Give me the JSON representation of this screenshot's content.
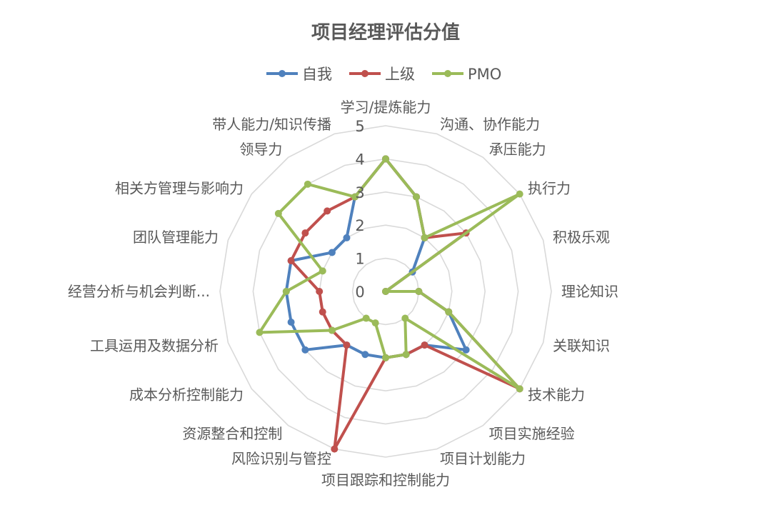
{
  "chart_data": {
    "type": "radar",
    "title": "项目经理评估分值",
    "categories": [
      "学习/提炼能力",
      "沟通、协作能力",
      "承压能力",
      "执行力",
      "积极乐观",
      "理论知识",
      "关联知识",
      "技术能力",
      "项目实施经验",
      "项目计划能力",
      "项目跟踪和控制能力",
      "风险识别与管控",
      "资源整合和控制",
      "成本分析控制能力",
      "工具运用及数据分析",
      "经营分析与机会判断...",
      "团队管理能力",
      "相关方管理与影响力",
      "领导力",
      "带人能力/知识传播"
    ],
    "ticks": [
      "0",
      "1",
      "2",
      "3",
      "4",
      "5"
    ],
    "rlim": [
      0,
      5
    ],
    "legend": {
      "position": "top"
    },
    "series": [
      {
        "name": "自我",
        "color": "#4f81bd",
        "values": [
          4,
          3,
          2,
          1,
          0,
          1,
          2,
          3,
          2,
          2,
          2,
          2,
          2,
          3,
          3,
          3,
          3,
          2,
          2,
          3
        ]
      },
      {
        "name": "上级",
        "color": "#c0504d",
        "values": [
          4,
          3,
          2,
          3,
          0,
          1,
          2,
          5,
          2,
          2,
          2,
          5,
          2,
          2,
          2,
          2,
          3,
          3,
          3,
          3
        ]
      },
      {
        "name": "PMO",
        "color": "#9bbb59",
        "values": [
          4,
          3,
          2,
          5,
          0,
          1,
          2,
          5,
          1,
          2,
          2,
          1,
          1,
          2,
          4,
          3,
          2,
          4,
          4,
          3
        ]
      }
    ]
  }
}
